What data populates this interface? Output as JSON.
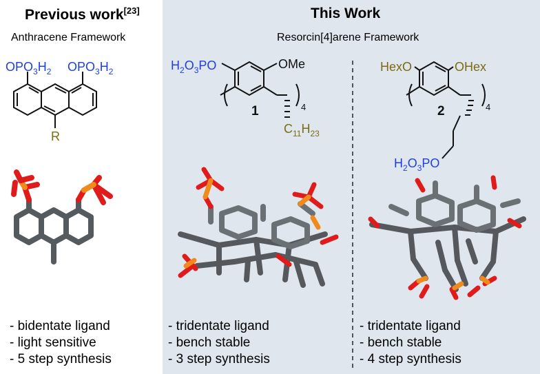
{
  "colors": {
    "phosphate_blue": "#1f3fe0",
    "alkyl_olive": "#7c6b10",
    "panel_bg": "#dfe6ee",
    "carbon_gray": "#555a5e",
    "oxygen_red": "#e01b1b",
    "phosphorus_orange": "#f08a1a"
  },
  "previous": {
    "title": "Previous work",
    "ref": "[23]",
    "subtitle": "Anthracene Framework",
    "sub1": "OPO",
    "sub2": "3",
    "sub3": "H",
    "sub4": "2",
    "r_label": "R",
    "bullets": [
      "- bidentate ligand",
      "- light sensitive",
      "- 5 step synthesis"
    ]
  },
  "thiswork": {
    "title": "This Work",
    "subtitle": "Resorcin[4]arene Framework",
    "c1": {
      "h2o3po_a": "H",
      "h2o3po_b": "2",
      "h2o3po_c": "O",
      "h2o3po_d": "3",
      "h2o3po_e": "PO",
      "ome": "OMe",
      "n": "4",
      "number": "1",
      "alkyl_a": "C",
      "alkyl_b": "11",
      "alkyl_c": "H",
      "alkyl_d": "23",
      "bullets": [
        "- tridentate ligand",
        "- bench stable",
        "- 3 step synthesis"
      ]
    },
    "c2": {
      "hex_left": "HexO",
      "hex_right": "OHex",
      "n": "4",
      "number": "2",
      "h2o3po_a": "H",
      "h2o3po_b": "2",
      "h2o3po_c": "O",
      "h2o3po_d": "3",
      "h2o3po_e": "PO",
      "bullets": [
        "- tridentate ligand",
        "- bench stable",
        "- 4 step synthesis"
      ]
    }
  }
}
